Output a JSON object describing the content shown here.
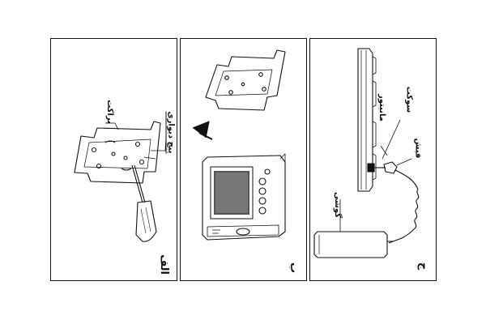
{
  "panels": {
    "alef": {
      "letter": "الف",
      "bracket_label": "براکت",
      "screw_label": "پیچ دیواری"
    },
    "be": {
      "letter": "ب"
    },
    "jim": {
      "letter": "ج",
      "monitor_label": "مانیتور",
      "socket_label": "سوکت",
      "plug_label": "فیش",
      "handset_label": "گوشی"
    }
  }
}
